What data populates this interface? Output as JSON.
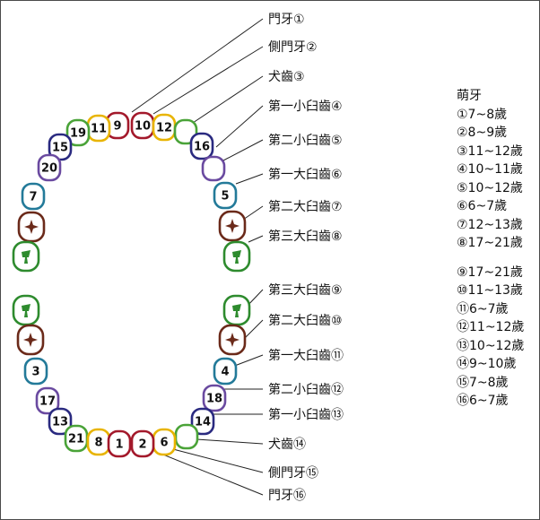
{
  "colors": {
    "yellow": "#e8b400",
    "red": "#a3192b",
    "green": "#4aa338",
    "navy": "#2a2a80",
    "purple": "#6a4aa0",
    "teal": "#237a99",
    "brown": "#6b2a1a",
    "molar_green": "#2e8b2e"
  },
  "labels_upper": [
    "門牙①",
    "側門牙②",
    "犬齒③",
    "第一小臼齒④",
    "第二小臼齒⑤",
    "第一大臼齒⑥",
    "第二大臼齒⑦",
    "第三大臼齒⑧"
  ],
  "labels_lower": [
    "第三大臼齒⑨",
    "第二大臼齒⑩",
    "第一大臼齒⑪",
    "第二小臼齒⑫",
    "第一小臼齒⑬",
    "犬齒⑭",
    "側門牙⑮",
    "門牙⑯"
  ],
  "legend": {
    "title": "萌牙",
    "upper": [
      "①7~8歲",
      "②8~9歲",
      "③11~12歲",
      "④10~11歲",
      "⑤10~12歲",
      "⑥6~7歲",
      "⑦12~13歲",
      "⑧17~21歲"
    ],
    "lower": [
      "⑨17~21歲",
      "⑩11~13歲",
      "⑪6~7歲",
      "⑫11~12歲",
      "⑬10~12歲",
      "⑭9~10歲",
      "⑮7~8歲",
      "⑯6~7歲"
    ]
  },
  "teeth": [
    {
      "num": "9",
      "color": "red",
      "kind": "number"
    },
    {
      "num": "10",
      "color": "red",
      "kind": "number"
    },
    {
      "num": "11",
      "color": "yellow",
      "kind": "number"
    },
    {
      "num": "12",
      "color": "yellow",
      "kind": "number"
    },
    {
      "num": "19",
      "color": "green",
      "kind": "number"
    },
    {
      "num": "",
      "color": "green",
      "kind": "blank"
    },
    {
      "num": "15",
      "color": "navy",
      "kind": "number"
    },
    {
      "num": "16",
      "color": "navy",
      "kind": "number"
    },
    {
      "num": "20",
      "color": "purple",
      "kind": "number"
    },
    {
      "num": "",
      "color": "purple",
      "kind": "blank"
    },
    {
      "num": "7",
      "color": "teal",
      "kind": "number"
    },
    {
      "num": "5",
      "color": "teal",
      "kind": "number"
    },
    {
      "num": "",
      "color": "brown",
      "kind": "star"
    },
    {
      "num": "",
      "color": "brown",
      "kind": "star"
    },
    {
      "num": "",
      "color": "molar_green",
      "kind": "tree"
    },
    {
      "num": "",
      "color": "molar_green",
      "kind": "tree"
    },
    {
      "num": "",
      "color": "molar_green",
      "kind": "tree"
    },
    {
      "num": "",
      "color": "molar_green",
      "kind": "tree"
    },
    {
      "num": "",
      "color": "brown",
      "kind": "star"
    },
    {
      "num": "",
      "color": "brown",
      "kind": "star"
    },
    {
      "num": "3",
      "color": "teal",
      "kind": "number"
    },
    {
      "num": "4",
      "color": "teal",
      "kind": "number"
    },
    {
      "num": "17",
      "color": "purple",
      "kind": "number"
    },
    {
      "num": "18",
      "color": "purple",
      "kind": "number"
    },
    {
      "num": "13",
      "color": "navy",
      "kind": "number"
    },
    {
      "num": "14",
      "color": "navy",
      "kind": "number"
    },
    {
      "num": "21",
      "color": "green",
      "kind": "number"
    },
    {
      "num": "",
      "color": "green",
      "kind": "blank"
    },
    {
      "num": "8",
      "color": "yellow",
      "kind": "number"
    },
    {
      "num": "6",
      "color": "yellow",
      "kind": "number"
    },
    {
      "num": "1",
      "color": "red",
      "kind": "number"
    },
    {
      "num": "2",
      "color": "red",
      "kind": "number"
    }
  ]
}
